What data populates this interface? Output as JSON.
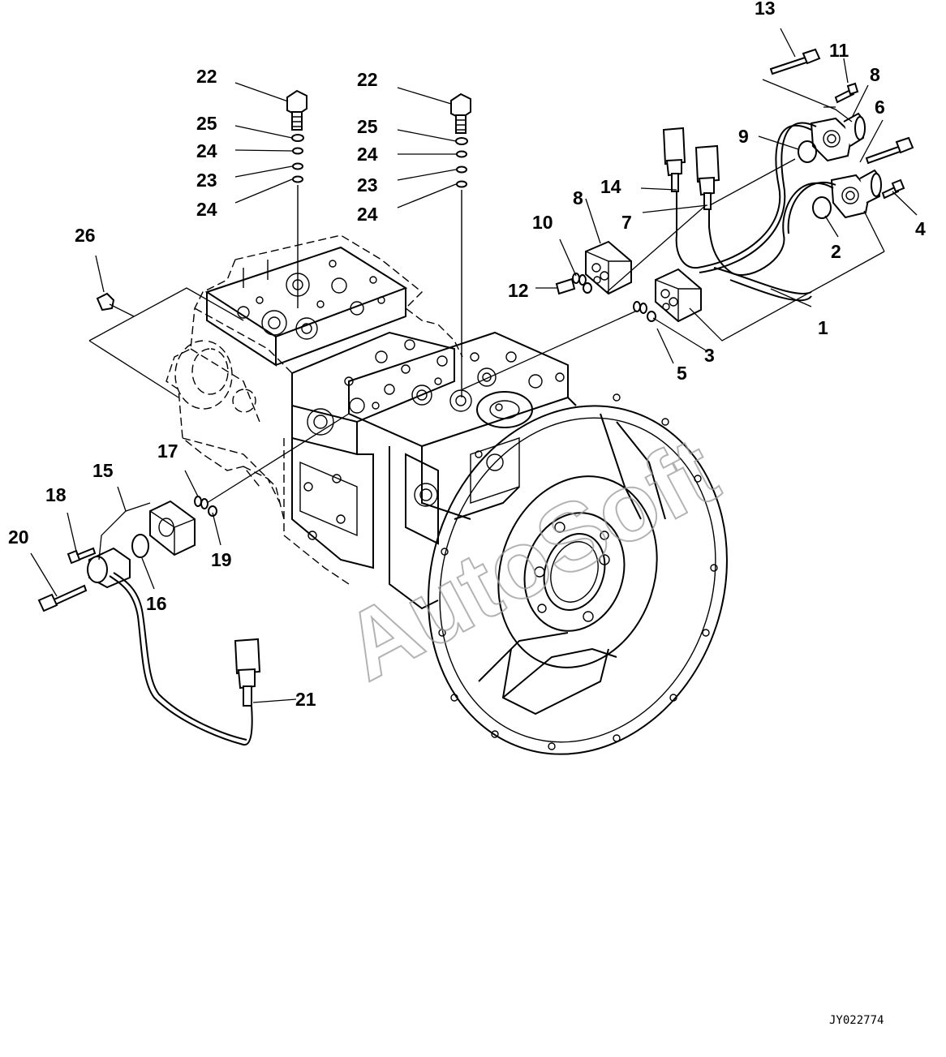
{
  "diagram": {
    "drawing_code": "JY022774",
    "watermark": "AutoSoft",
    "callouts": [
      {
        "id": "c13",
        "text": "13"
      },
      {
        "id": "c11",
        "text": "11"
      },
      {
        "id": "c8a",
        "text": "8"
      },
      {
        "id": "c6",
        "text": "6"
      },
      {
        "id": "c9",
        "text": "9"
      },
      {
        "id": "c14",
        "text": "14"
      },
      {
        "id": "c8b",
        "text": "8"
      },
      {
        "id": "c7",
        "text": "7"
      },
      {
        "id": "c10",
        "text": "10"
      },
      {
        "id": "c12",
        "text": "12"
      },
      {
        "id": "c4",
        "text": "4"
      },
      {
        "id": "c2",
        "text": "2"
      },
      {
        "id": "c1",
        "text": "1"
      },
      {
        "id": "c3",
        "text": "3"
      },
      {
        "id": "c5",
        "text": "5"
      },
      {
        "id": "c22a",
        "text": "22"
      },
      {
        "id": "c25a",
        "text": "25"
      },
      {
        "id": "c24a",
        "text": "24"
      },
      {
        "id": "c23a",
        "text": "23"
      },
      {
        "id": "c24b",
        "text": "24"
      },
      {
        "id": "c22b",
        "text": "22"
      },
      {
        "id": "c25b",
        "text": "25"
      },
      {
        "id": "c24c",
        "text": "24"
      },
      {
        "id": "c23b",
        "text": "23"
      },
      {
        "id": "c24d",
        "text": "24"
      },
      {
        "id": "c26",
        "text": "26"
      },
      {
        "id": "c17",
        "text": "17"
      },
      {
        "id": "c15",
        "text": "15"
      },
      {
        "id": "c18",
        "text": "18"
      },
      {
        "id": "c20",
        "text": "20"
      },
      {
        "id": "c19",
        "text": "19"
      },
      {
        "id": "c16",
        "text": "16"
      },
      {
        "id": "c21",
        "text": "21"
      }
    ]
  }
}
